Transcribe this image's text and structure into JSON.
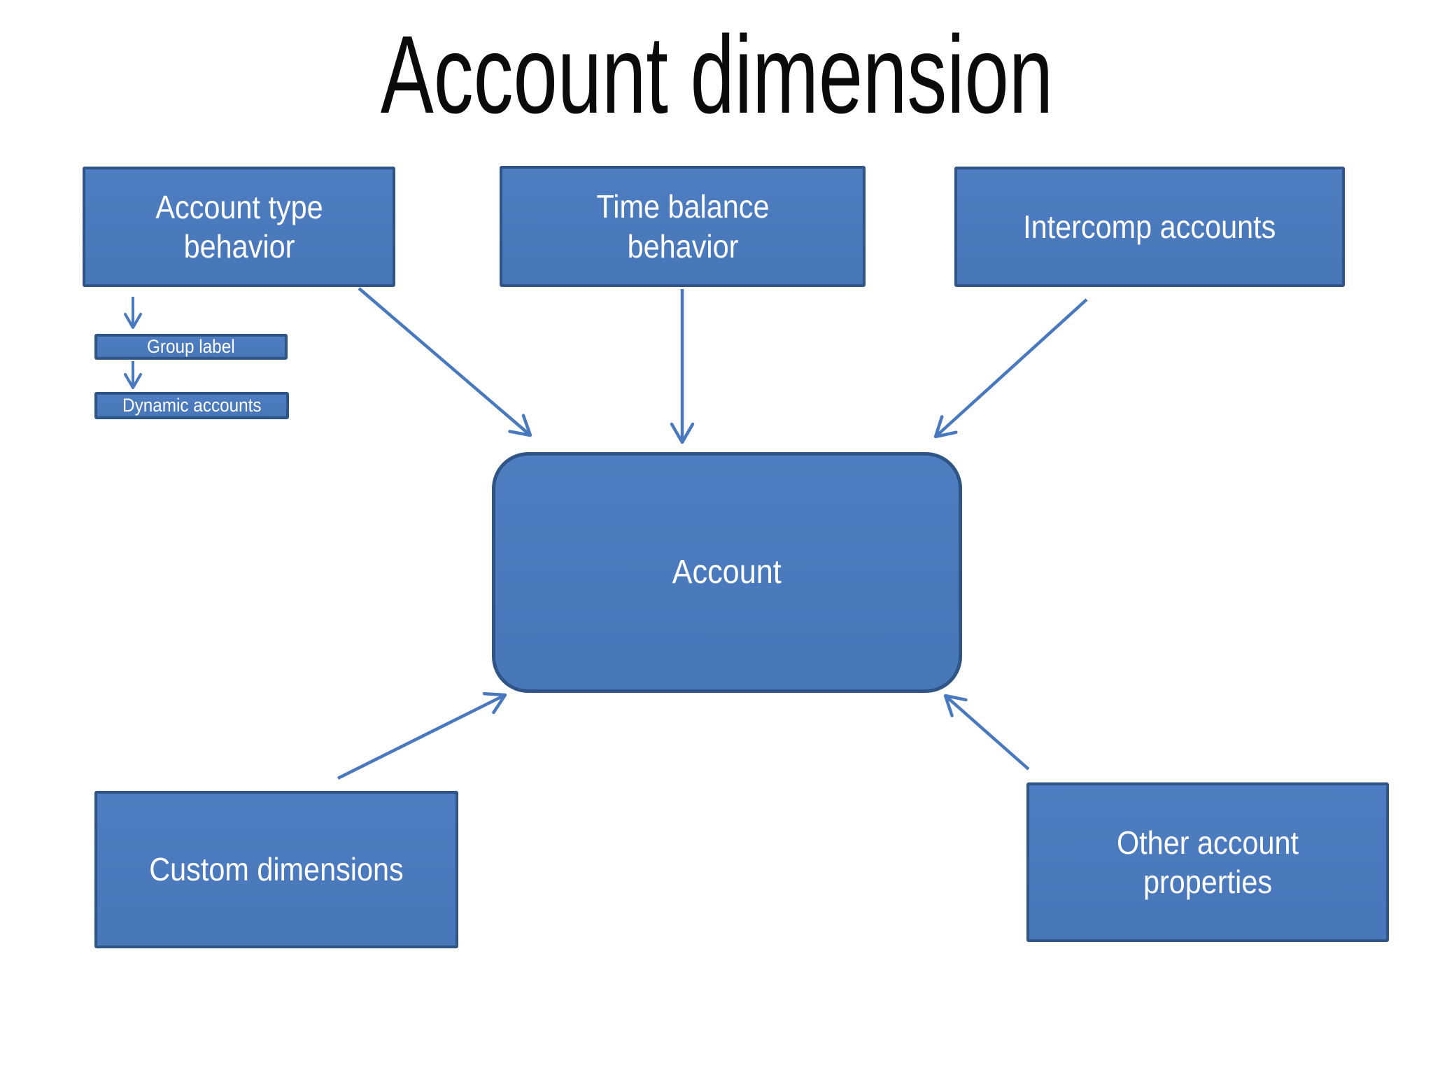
{
  "title": "Account dimension",
  "colors": {
    "background": "#FFFFFF",
    "box_fill": "#4E7EC1",
    "box_fill_dark": "#4777B9",
    "box_border": "#2F5486",
    "arrow_color": "#4878BE",
    "title_color": "#0B0B0B",
    "label_color": "#FFFFFF"
  },
  "nodes": {
    "account_type": {
      "label": "Account type behavior"
    },
    "time_balance": {
      "label": "Time balance behavior"
    },
    "intercomp": {
      "label": "Intercomp accounts"
    },
    "group_label": {
      "label": "Group label"
    },
    "dynamic_accounts": {
      "label": "Dynamic accounts"
    },
    "account": {
      "label": "Account"
    },
    "custom_dimensions": {
      "label": "Custom dimensions"
    },
    "other_properties": {
      "label": "Other account properties"
    }
  },
  "edges": [
    {
      "from": "account_type",
      "to": "account"
    },
    {
      "from": "time_balance",
      "to": "account"
    },
    {
      "from": "intercomp",
      "to": "account"
    },
    {
      "from": "custom_dimensions",
      "to": "account"
    },
    {
      "from": "other_properties",
      "to": "account"
    },
    {
      "from": "account_type",
      "to": "group_label"
    },
    {
      "from": "group_label",
      "to": "dynamic_accounts"
    }
  ]
}
